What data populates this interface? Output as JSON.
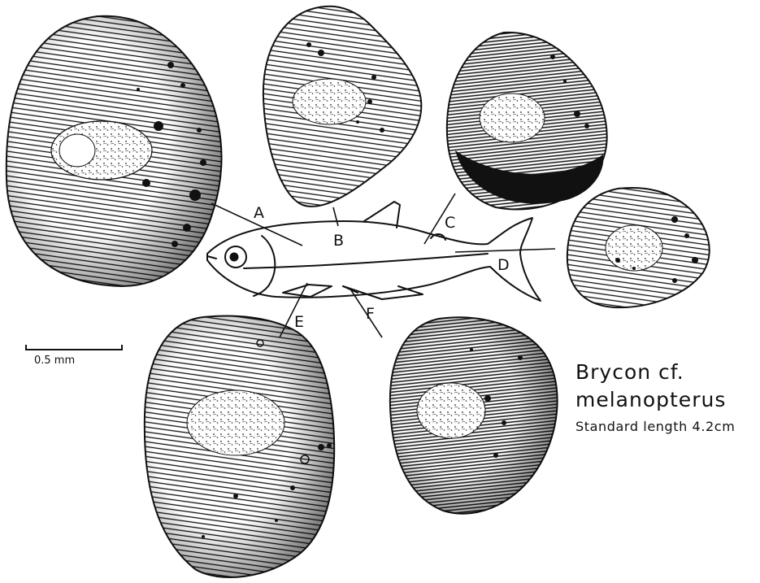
{
  "figure": {
    "species_line1": "Brycon cf.",
    "species_line2": "melanopterus",
    "standard_length": "Standard length 4.2cm",
    "scale_bar_label": "0.5 mm"
  },
  "scale_regions": [
    {
      "id": "A",
      "label": "A"
    },
    {
      "id": "B",
      "label": "B"
    },
    {
      "id": "C",
      "label": "C"
    },
    {
      "id": "D",
      "label": "D"
    },
    {
      "id": "E",
      "label": "E"
    },
    {
      "id": "F",
      "label": "F"
    }
  ],
  "colors": {
    "ink": "#111111",
    "paper": "#ffffff"
  }
}
